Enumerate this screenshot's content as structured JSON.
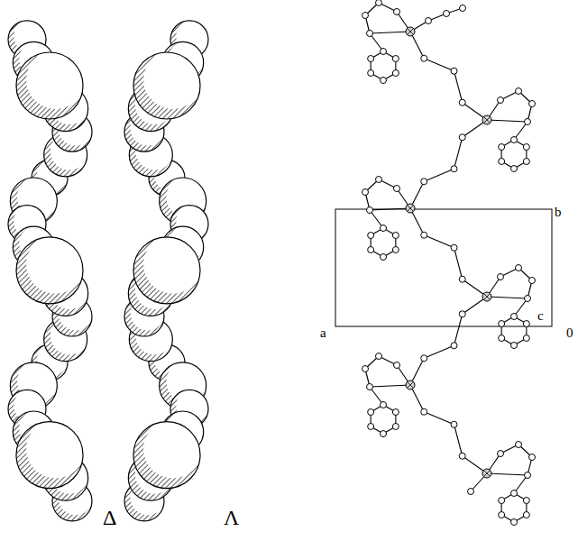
{
  "diagram": {
    "labels": [
      "Δ",
      "Λ",
      "b",
      "c",
      "a",
      "0"
    ]
  }
}
